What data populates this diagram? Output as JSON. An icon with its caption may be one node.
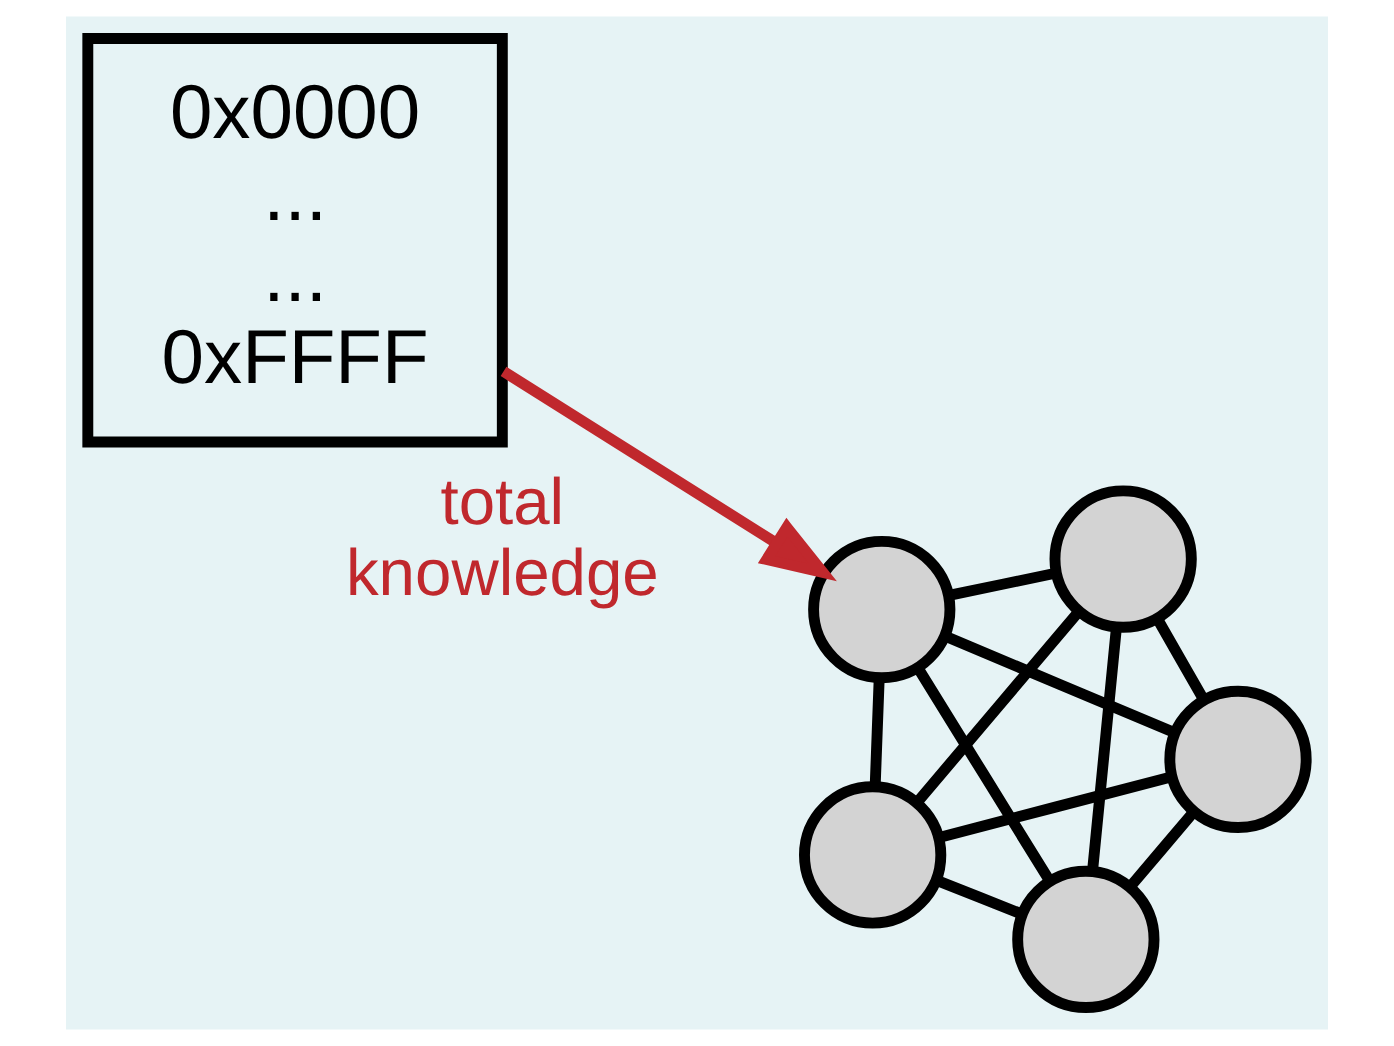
{
  "diagram": {
    "nodes": [
      {
        "text": [
          "0x0000",
          "...",
          "...",
          "0xFFFF"
        ]
      },
      {
        "text": [],
        "shape": "circle"
      },
      {
        "text": [],
        "shape": "circle"
      },
      {
        "text": [],
        "shape": "circle"
      },
      {
        "text": [],
        "shape": "circle"
      },
      {
        "text": [],
        "shape": "circle"
      }
    ],
    "edges": [
      {
        "from": 0,
        "to": 3,
        "arrow": "to",
        "label": "total knowledge",
        "color": "#c0282d"
      },
      {
        "from": 1,
        "to": 2,
        "arrow": "none"
      },
      {
        "from": 2,
        "to": 4,
        "arrow": "none"
      },
      {
        "from": 4,
        "to": 5,
        "arrow": "none"
      },
      {
        "from": 5,
        "to": 3,
        "arrow": "none"
      },
      {
        "from": 3,
        "to": 1,
        "arrow": "none"
      },
      {
        "from": 1,
        "to": 4,
        "arrow": "none"
      },
      {
        "from": 1,
        "to": 5,
        "arrow": "none"
      },
      {
        "from": 2,
        "to": 3,
        "arrow": "none"
      },
      {
        "from": 2,
        "to": 5,
        "arrow": "none"
      },
      {
        "from": 3,
        "to": 4,
        "arrow": "none"
      }
    ]
  }
}
